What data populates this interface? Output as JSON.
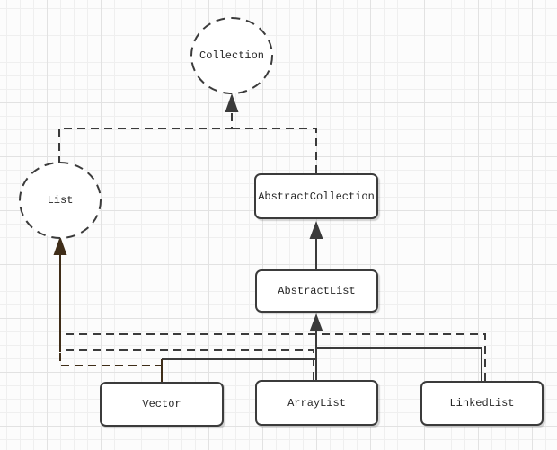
{
  "diagram": {
    "nodes": {
      "collection": {
        "label": "Collection",
        "shape": "dashed-circle"
      },
      "list": {
        "label": "List",
        "shape": "dashed-circle"
      },
      "abstract_collection": {
        "label": "AbstractCollection",
        "shape": "rounded-rect"
      },
      "abstract_list": {
        "label": "AbstractList",
        "shape": "rounded-rect"
      },
      "vector": {
        "label": "Vector",
        "shape": "rounded-rect"
      },
      "array_list": {
        "label": "ArrayList",
        "shape": "rounded-rect"
      },
      "linked_list": {
        "label": "LinkedList",
        "shape": "rounded-rect"
      }
    },
    "edges": [
      {
        "from": "List",
        "to": "Collection",
        "style": "dashed",
        "arrow": "filled-triangle"
      },
      {
        "from": "AbstractCollection",
        "to": "Collection",
        "style": "dashed",
        "arrow": "filled-triangle"
      },
      {
        "from": "AbstractList",
        "to": "AbstractCollection",
        "style": "solid",
        "arrow": "filled-triangle"
      },
      {
        "from": "Vector",
        "to": "AbstractList",
        "style": "solid",
        "arrow": "filled-triangle"
      },
      {
        "from": "ArrayList",
        "to": "AbstractList",
        "style": "solid",
        "arrow": "filled-triangle"
      },
      {
        "from": "LinkedList",
        "to": "AbstractList",
        "style": "solid",
        "arrow": "filled-triangle"
      },
      {
        "from": "Vector",
        "to": "List",
        "style": "dashed",
        "arrow": "filled-triangle"
      },
      {
        "from": "ArrayList",
        "to": "List",
        "style": "dashed",
        "arrow": "filled-triangle"
      },
      {
        "from": "LinkedList",
        "to": "List",
        "style": "dashed",
        "arrow": "filled-triangle"
      }
    ]
  },
  "colors": {
    "line": "#3b3b3b",
    "list_edge_line": "#3f2d18",
    "node_fill": "#ffffff",
    "grid_minor": "#efefef",
    "grid_major": "#e2e2e2",
    "background": "#fcfcfc"
  }
}
